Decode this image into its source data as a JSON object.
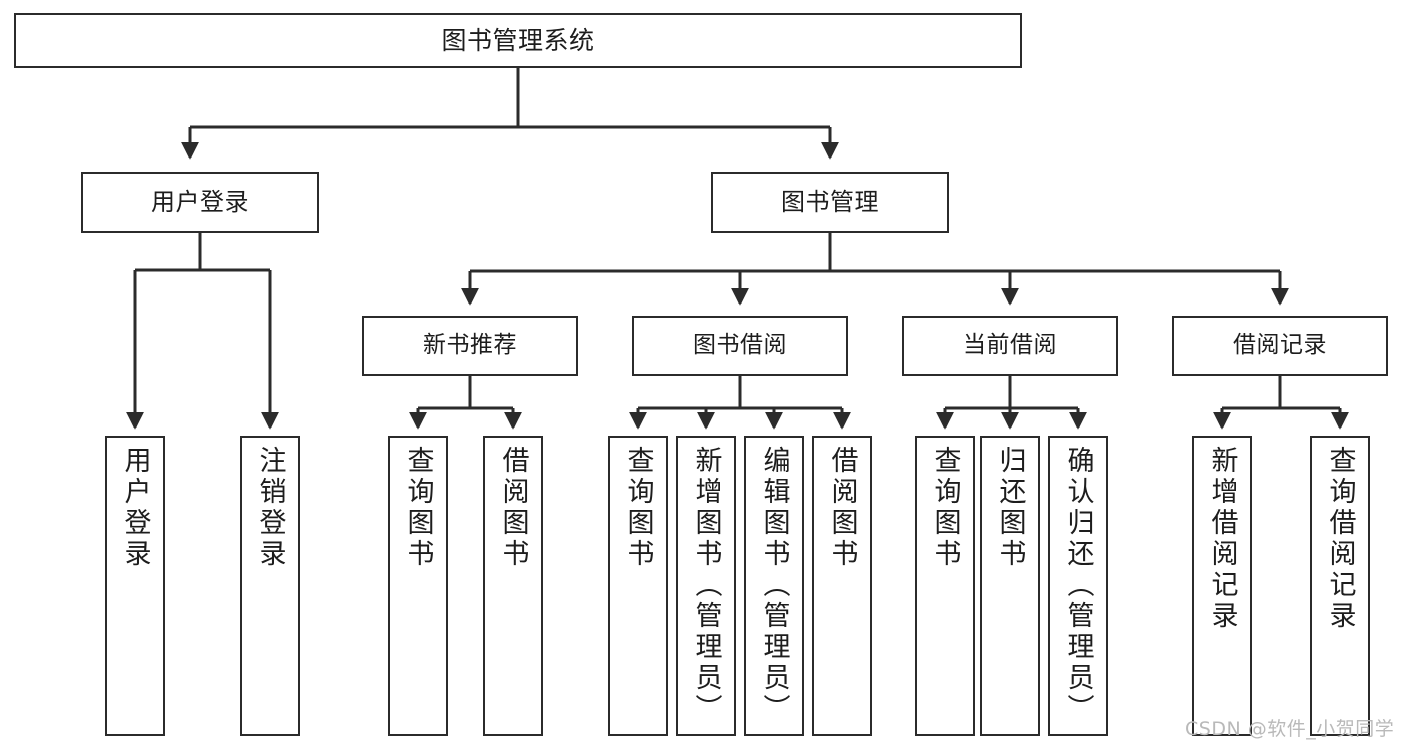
{
  "diagram": {
    "type": "tree",
    "title": "图书管理系统",
    "watermark": "CSDN @软件_小贺同学",
    "colors": {
      "stroke": "#2b2b2b",
      "fill": "#ffffff",
      "text": "#1d1d1d",
      "watermark": "#b9b9b9"
    },
    "nodes": {
      "root": {
        "label": "图书管理系统"
      },
      "level1": [
        {
          "id": "user-login",
          "label": "用户登录"
        },
        {
          "id": "book-manage",
          "label": "图书管理"
        }
      ],
      "level2": [
        {
          "id": "new-book-rec",
          "label": "新书推荐"
        },
        {
          "id": "book-borrow",
          "label": "图书借阅"
        },
        {
          "id": "current-borrow",
          "label": "当前借阅"
        },
        {
          "id": "borrow-record",
          "label": "借阅记录"
        }
      ],
      "leaves": [
        {
          "id": "leaf-user-login",
          "parent": "user-login",
          "label": "用户登录"
        },
        {
          "id": "leaf-user-logout",
          "parent": "user-login",
          "label": "注销登录"
        },
        {
          "id": "leaf-query-book-1",
          "parent": "new-book-rec",
          "label": "查询图书"
        },
        {
          "id": "leaf-borrow-book-1",
          "parent": "new-book-rec",
          "label": "借阅图书"
        },
        {
          "id": "leaf-query-book-2",
          "parent": "book-borrow",
          "label": "查询图书"
        },
        {
          "id": "leaf-add-book",
          "parent": "book-borrow",
          "label": "新增图书（管理员）"
        },
        {
          "id": "leaf-edit-book",
          "parent": "book-borrow",
          "label": "编辑图书（管理员）"
        },
        {
          "id": "leaf-borrow-book-2",
          "parent": "book-borrow",
          "label": "借阅图书"
        },
        {
          "id": "leaf-query-book-3",
          "parent": "current-borrow",
          "label": "查询图书"
        },
        {
          "id": "leaf-return-book",
          "parent": "current-borrow",
          "label": "归还图书"
        },
        {
          "id": "leaf-confirm-return",
          "parent": "current-borrow",
          "label": "确认归还（管理员）"
        },
        {
          "id": "leaf-add-record",
          "parent": "borrow-record",
          "label": "新增借阅记录"
        },
        {
          "id": "leaf-query-record",
          "parent": "borrow-record",
          "label": "查询借阅记录"
        }
      ]
    }
  }
}
